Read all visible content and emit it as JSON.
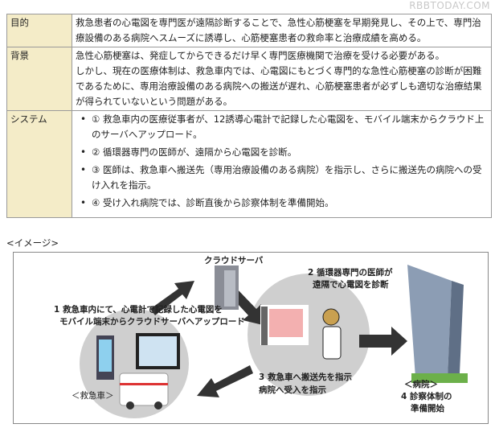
{
  "watermark": "RBBTODAY.COM",
  "rows": [
    {
      "label": "目的",
      "lines": [
        "救急患者の心電図を専門医が遠隔診断することで、急性心筋梗塞を早期発見し、その上で、専門治療設備のある病院へスムーズに誘導し、心筋梗塞患者の救命率と治療成績を高める。"
      ]
    },
    {
      "label": "背景",
      "lines": [
        "急性心筋梗塞は、発症してからできるだけ早く専門医療機関で治療を受ける必要がある。",
        "しかし、現在の医療体制は、救急車内では、心電図にもとづく専門的な急性心筋梗塞の診断が困難であるために、専用治療設備のある病院への搬送が遅れ、心筋梗塞患者が必ずしも適切な治療結果が得られていないという問題がある。"
      ]
    },
    {
      "label": "システム",
      "items": [
        "① 救急車内の医療従事者が、12誘導心電計で記録した心電図を、モバイル端末からクラウド上のサーバへアップロード。",
        "② 循環器専門の医師が、遠隔から心電図を診断。",
        "③ 医師は、救急車へ搬送先（専用治療設備のある病院）を指示し、さらに搬送先の病院への受け入れを指示。",
        "④ 受け入れ病院では、診断直後から診察体制を準備開始。"
      ]
    }
  ],
  "figure": {
    "caption": "<イメージ>",
    "cloud_server": "クラウドサーバ",
    "step1_line1": "1 救急車内にて、心電計で記録した心電図を",
    "step1_line2": "モバイル端末からクラウドサーバへアップロード",
    "step2_line1": "2 循環器専門の医師が",
    "step2_line2": "遠隔で心電図を診断",
    "step3_line1": "3 救急車へ搬送先を指示",
    "step3_line2": "病院へ受入を指示",
    "ambulance": "＜救急車＞",
    "hospital": "＜病院＞",
    "step4_line1": "4 診察体制の",
    "step4_line2": "準備開始"
  }
}
